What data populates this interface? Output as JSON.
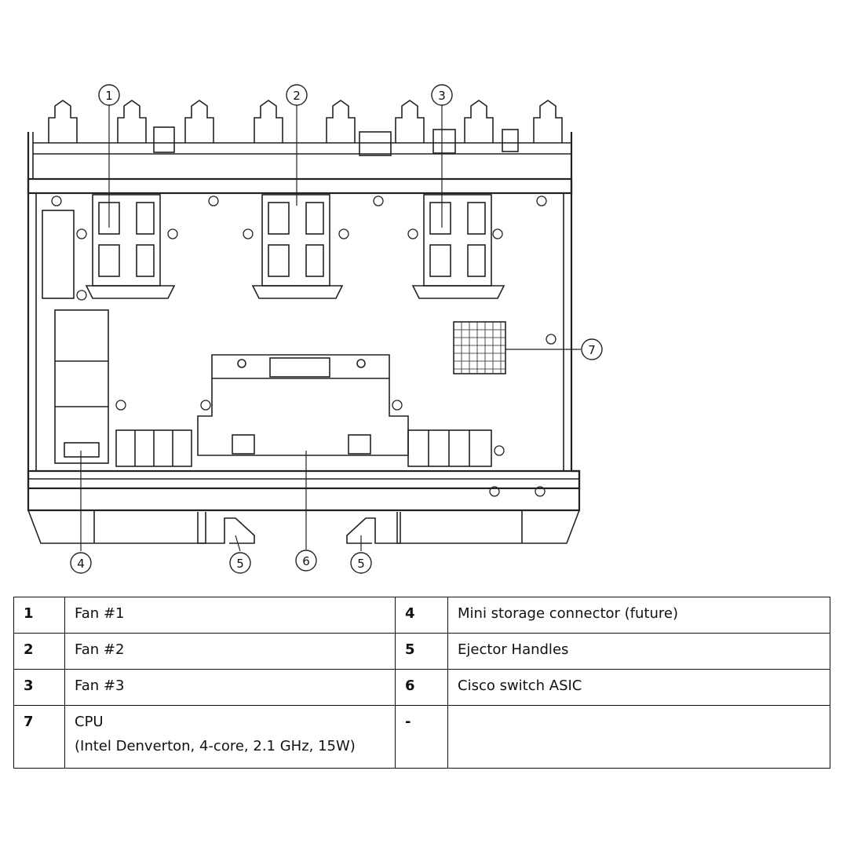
{
  "callouts": [
    {
      "id": "c1",
      "label": "1"
    },
    {
      "id": "c2",
      "label": "2"
    },
    {
      "id": "c3",
      "label": "3"
    },
    {
      "id": "c4",
      "label": "4"
    },
    {
      "id": "c5a",
      "label": "5"
    },
    {
      "id": "c6",
      "label": "6"
    },
    {
      "id": "c5b",
      "label": "5"
    },
    {
      "id": "c7",
      "label": "7"
    }
  ],
  "legend": {
    "rows": [
      {
        "n1": "1",
        "d1": "Fan #1",
        "n2": "4",
        "d2": "Mini storage connector (future)"
      },
      {
        "n1": "2",
        "d1": "Fan #2",
        "n2": "5",
        "d2": "Ejector Handles"
      },
      {
        "n1": "3",
        "d1": "Fan #3",
        "n2": "6",
        "d2": "Cisco switch ASIC"
      },
      {
        "n1": "7",
        "d1": "CPU",
        "d1b": "(Intel Denverton, 4-core, 2.1 GHz, 15W)",
        "n2": "-",
        "d2": ""
      }
    ]
  }
}
